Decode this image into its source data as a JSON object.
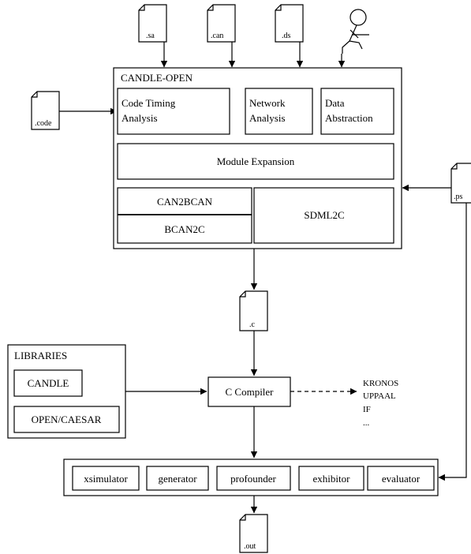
{
  "files": {
    "sa": ".sa",
    "can": ".can",
    "ds": ".ds",
    "code": ".code",
    "ps": ".ps",
    "c": ".c",
    "out": ".out"
  },
  "candle_open": {
    "title": "CANDLE-OPEN",
    "code_timing_line1": "Code Timing",
    "code_timing_line2": "Analysis",
    "network_line1": "Network",
    "network_line2": "Analysis",
    "data_line1": "Data",
    "data_line2": "Abstraction",
    "module_expansion": "Module Expansion",
    "can2bcan": "CAN2BCAN",
    "bcan2c": "BCAN2C",
    "sdml2c": "SDML2C"
  },
  "libraries": {
    "title": "LIBRARIES",
    "candle": "CANDLE",
    "open_caesar": "OPEN/CAESAR"
  },
  "compiler": "C Compiler",
  "targets": [
    "KRONOS",
    "UPPAAL",
    "IF",
    "..."
  ],
  "tools": [
    "xsimulator",
    "generator",
    "profounder",
    "exhibitor",
    "evaluator"
  ]
}
